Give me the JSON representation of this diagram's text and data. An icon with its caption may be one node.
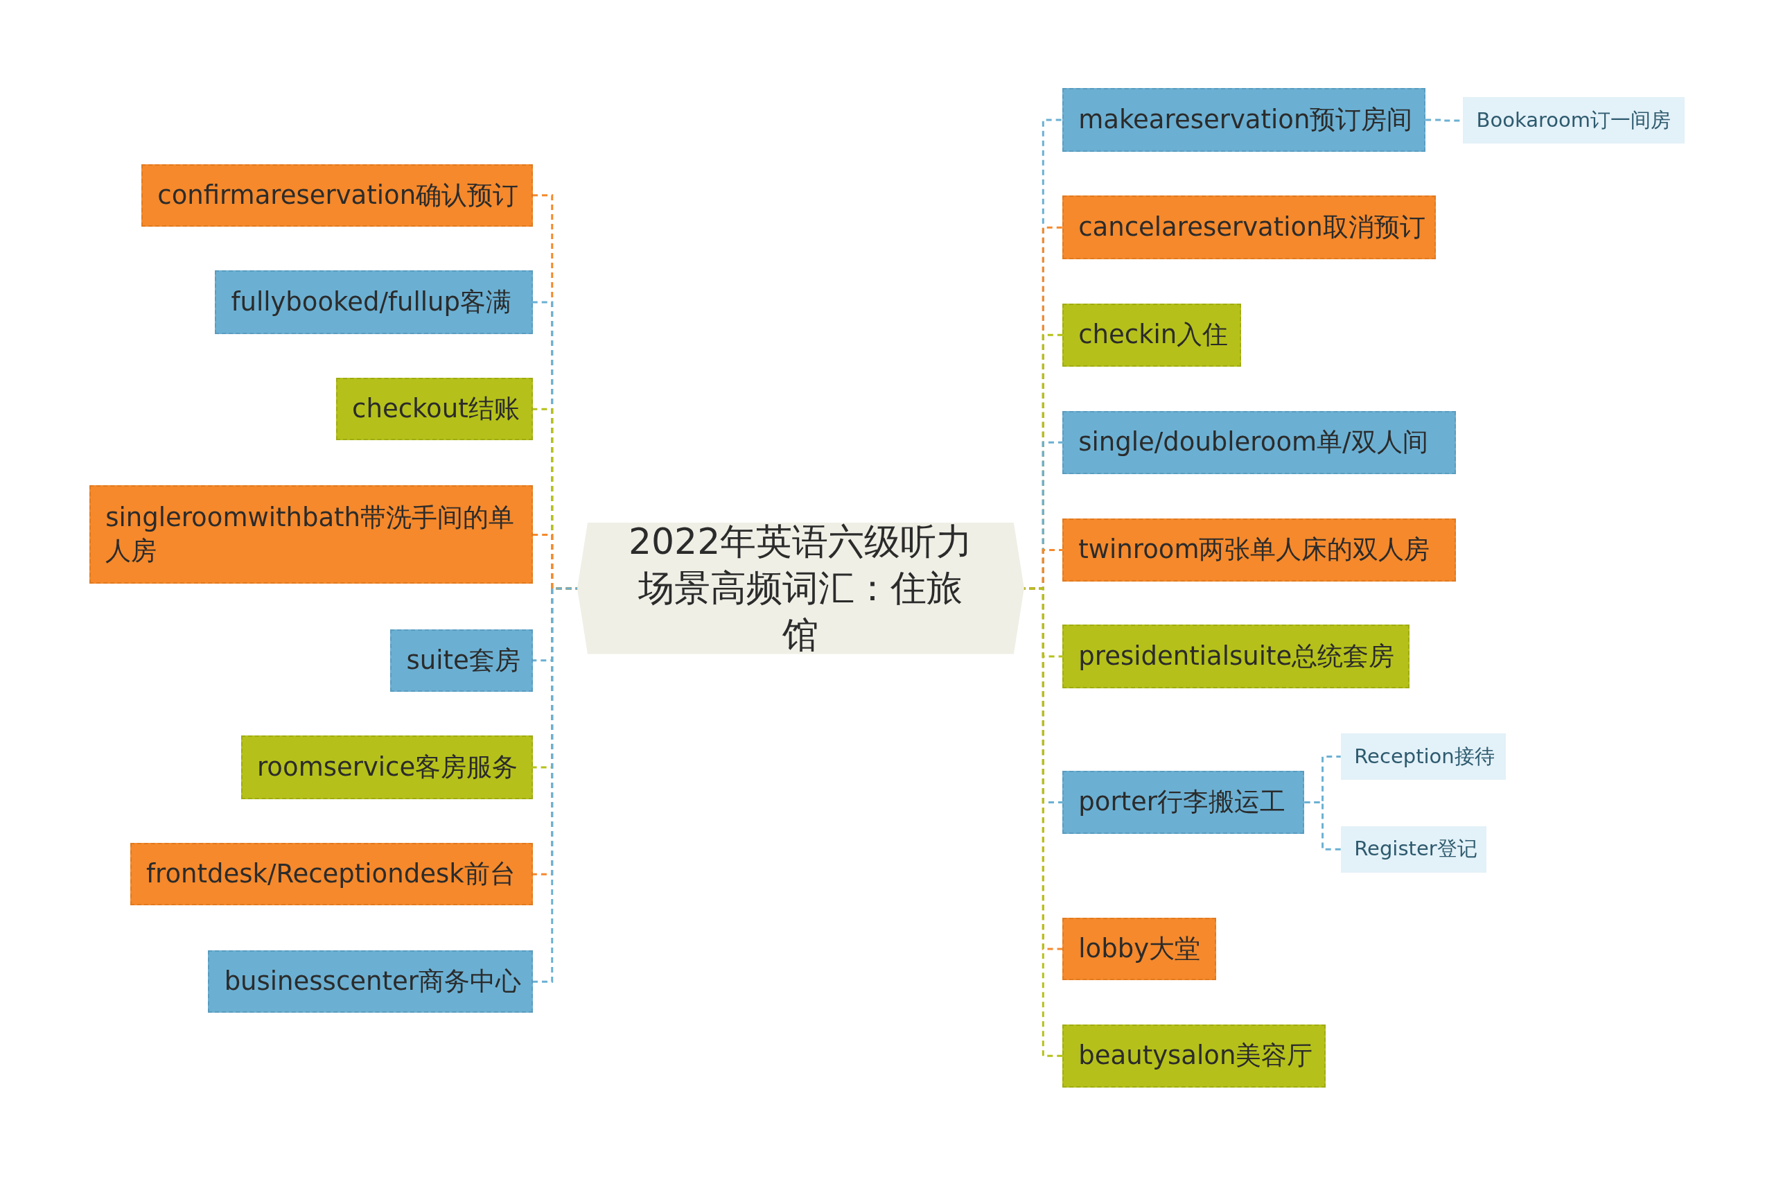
{
  "diagram": {
    "nodes": [
      {
        "text": [
          "2022年英语六级听力场景高频词汇：住旅馆"
        ]
      },
      {
        "text": [
          "confirmareservation确认预订"
        ]
      },
      {
        "text": [
          "fullybooked/fullup客满"
        ]
      },
      {
        "text": [
          "checkout结账"
        ]
      },
      {
        "text": [
          "singleroomwithbath带洗手间的单人房"
        ]
      },
      {
        "text": [
          "suite套房"
        ]
      },
      {
        "text": [
          "roomservice客房服务"
        ]
      },
      {
        "text": [
          "frontdesk/Receptiondesk前台"
        ]
      },
      {
        "text": [
          "businesscenter商务中心"
        ]
      },
      {
        "text": [
          "makeareservation预订房间"
        ]
      },
      {
        "text": [
          "Bookaroom订一间房"
        ]
      },
      {
        "text": [
          "cancelareservation取消预订"
        ]
      },
      {
        "text": [
          "checkin入住"
        ]
      },
      {
        "text": [
          "single/doubleroom单/双人间"
        ]
      },
      {
        "text": [
          "twinroom两张单人床的双人房"
        ]
      },
      {
        "text": [
          "presidentialsuite总统套房"
        ]
      },
      {
        "text": [
          "porter行李搬运工"
        ]
      },
      {
        "text": [
          "Reception接待"
        ]
      },
      {
        "text": [
          "Register登记"
        ]
      },
      {
        "text": [
          "lobby大堂"
        ]
      },
      {
        "text": [
          "beautysalon美容厅"
        ]
      }
    ],
    "edges": [
      {
        "from": 0,
        "to": 1,
        "arrow": "none",
        "style": "dashed",
        "color": "#f5892c"
      },
      {
        "from": 0,
        "to": 2,
        "arrow": "none",
        "style": "dashed",
        "color": "#6bb0d3"
      },
      {
        "from": 0,
        "to": 3,
        "arrow": "none",
        "style": "dashed",
        "color": "#b5c11a"
      },
      {
        "from": 0,
        "to": 4,
        "arrow": "none",
        "style": "dashed",
        "color": "#f5892c"
      },
      {
        "from": 0,
        "to": 5,
        "arrow": "none",
        "style": "dashed",
        "color": "#6bb0d3"
      },
      {
        "from": 0,
        "to": 6,
        "arrow": "none",
        "style": "dashed",
        "color": "#b5c11a"
      },
      {
        "from": 0,
        "to": 7,
        "arrow": "none",
        "style": "dashed",
        "color": "#f5892c"
      },
      {
        "from": 0,
        "to": 8,
        "arrow": "none",
        "style": "dashed",
        "color": "#6bb0d3"
      },
      {
        "from": 0,
        "to": 9,
        "arrow": "none",
        "style": "dashed",
        "color": "#6bb0d3"
      },
      {
        "from": 9,
        "to": 10,
        "arrow": "none",
        "style": "dashed",
        "color": "#6bb0d3"
      },
      {
        "from": 0,
        "to": 11,
        "arrow": "none",
        "style": "dashed",
        "color": "#f5892c"
      },
      {
        "from": 0,
        "to": 12,
        "arrow": "none",
        "style": "dashed",
        "color": "#b5c11a"
      },
      {
        "from": 0,
        "to": 13,
        "arrow": "none",
        "style": "dashed",
        "color": "#6bb0d3"
      },
      {
        "from": 0,
        "to": 14,
        "arrow": "none",
        "style": "dashed",
        "color": "#f5892c"
      },
      {
        "from": 0,
        "to": 15,
        "arrow": "none",
        "style": "dashed",
        "color": "#b5c11a"
      },
      {
        "from": 0,
        "to": 16,
        "arrow": "none",
        "style": "dashed",
        "color": "#6bb0d3"
      },
      {
        "from": 16,
        "to": 17,
        "arrow": "none",
        "style": "dashed",
        "color": "#6bb0d3"
      },
      {
        "from": 16,
        "to": 18,
        "arrow": "none",
        "style": "dashed",
        "color": "#6bb0d3"
      },
      {
        "from": 0,
        "to": 19,
        "arrow": "none",
        "style": "dashed",
        "color": "#f5892c"
      },
      {
        "from": 0,
        "to": 20,
        "arrow": "none",
        "style": "dashed",
        "color": "#b5c11a"
      }
    ]
  }
}
